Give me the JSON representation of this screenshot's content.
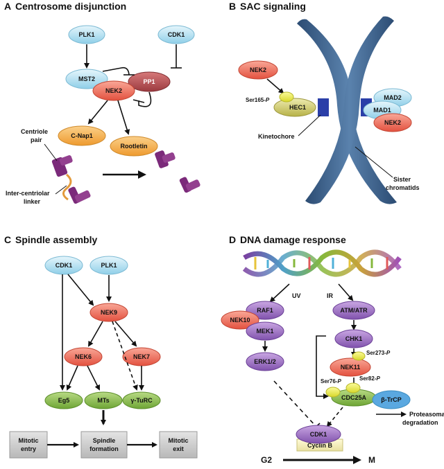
{
  "panels": {
    "A": {
      "letter": "A",
      "title": "Centrosome disjunction"
    },
    "B": {
      "letter": "B",
      "title": "SAC signaling"
    },
    "C": {
      "letter": "C",
      "title": "Spindle assembly"
    },
    "D": {
      "letter": "D",
      "title": "DNA damage response"
    }
  },
  "panel_a": {
    "plk1": "PLK1",
    "cdk1": "CDK1",
    "mst2": "MST2",
    "pp1": "PP1",
    "nek2": "NEK2",
    "cnap1": "C-Nap1",
    "rootletin": "Rootletin",
    "centriole_pair_1": "Centriole",
    "centriole_pair_2": "pair",
    "linker_1": "Inter-centriolar",
    "linker_2": "linker"
  },
  "panel_b": {
    "nek2": "NEK2",
    "ser165": "Ser165-",
    "ser165_p": "P",
    "hec1": "HEC1",
    "mad2": "MAD2",
    "mad1": "MAD1",
    "nek2_right": "NEK2",
    "kinetochore": "Kinetochore",
    "sister_1": "Sister",
    "sister_2": "chromatids"
  },
  "panel_c": {
    "cdk1": "CDK1",
    "plk1": "PLK1",
    "nek9": "NEK9",
    "nek6": "NEK6",
    "nek7": "NEK7",
    "eg5": "Eg5",
    "mts": "MTs",
    "gturc": "γ-TuRC",
    "mitotic_entry_1": "Mitotic",
    "mitotic_entry_2": "entry",
    "spindle_1": "Spindle",
    "spindle_2": "formation",
    "mitotic_exit_1": "Mitotic",
    "mitotic_exit_2": "exit"
  },
  "panel_d": {
    "uv": "UV",
    "ir": "IR",
    "raf1": "RAF1",
    "nek10": "NEK10",
    "mek1": "MEK1",
    "erk12": "ERK1/2",
    "atm": "ATM/ATR",
    "chk1": "CHK1",
    "ser273": "Ser273-",
    "ser273_p": "P",
    "nek11": "NEK11",
    "ser76": "Ser76-",
    "ser76_p": "P",
    "ser82": "Ser82-",
    "ser82_p": "P",
    "btrcp": "β-TrCP",
    "cdc25a": "CDC25A",
    "proteasomal_1": "Proteasomal",
    "proteasomal_2": "degradation",
    "cdk1": "CDK1",
    "cyclinb": "Cyclin B",
    "g2": "G2",
    "m": "M"
  },
  "colors": {
    "blue": "#b9e3f4",
    "red": "#ef6b5a",
    "darkred": "#b5474a",
    "orange": "#f6b055",
    "green": "#8bbe4c",
    "purple": "#a072c4",
    "yellow": "#ecec3a",
    "olive": "#d4cf6e",
    "chromosome": "#3a5f8a",
    "kinetochore": "#2b3fa8",
    "centriole": "#7b2a7a",
    "gray": "#cccccc"
  }
}
